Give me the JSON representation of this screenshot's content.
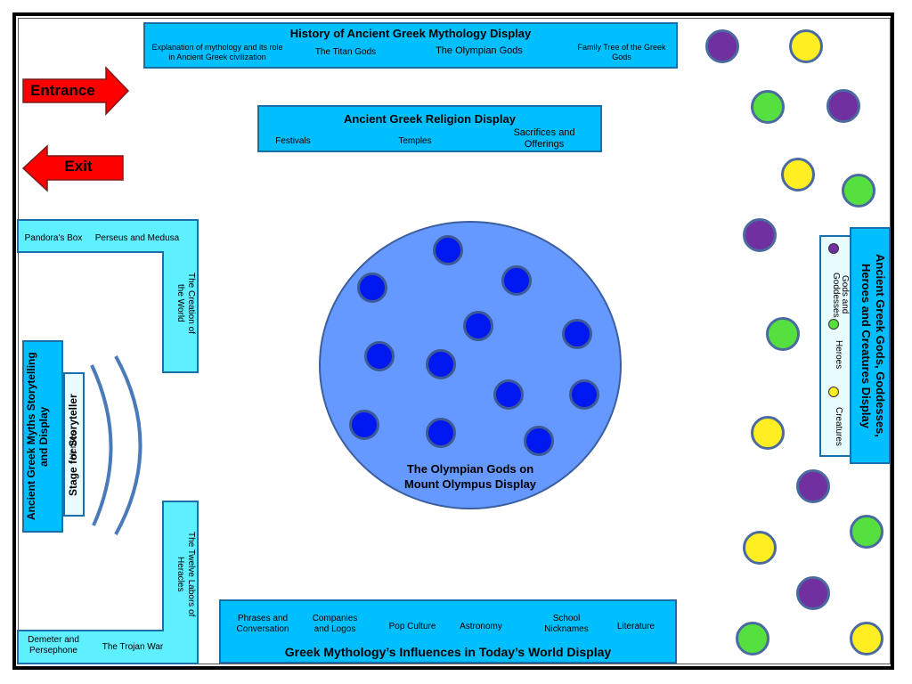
{
  "history": {
    "title": "History of Ancient Greek Mythology Display",
    "items": [
      "Explanation of mythology and its role in Ancient Greek civilization",
      "The Titan Gods",
      "The Olympian Gods",
      "Family Tree of the Greek Gods"
    ]
  },
  "religion": {
    "title": "Ancient Greek Religion Display",
    "items": [
      "Festivals",
      "Temples",
      "Sacrifices and Offerings"
    ]
  },
  "entrance": "Entrance",
  "exit": "Exit",
  "myths": {
    "title": "Ancient Greek Myths Storytelling and Display",
    "stage": "Stage for Storyteller",
    "stage_extra": "Heroes",
    "top_items": [
      "Pandora's Box",
      "Perseus and Medusa"
    ],
    "creation": "The Creation of the World",
    "labors": "The Twelve Labors of Heracles",
    "bottom_items": [
      "Demeter and Persephone",
      "The Trojan War"
    ]
  },
  "olympus": {
    "title": "The Olympian Gods on Mount Olympus Display"
  },
  "influences": {
    "title": "Greek Mythology’s Influences in Today’s World Display",
    "items": [
      "Phrases and Conversation",
      "Companies and Logos",
      "Pop Culture",
      "Astronomy",
      "School Nicknames",
      "Literature"
    ]
  },
  "gods_display": {
    "title": "Ancient Greek Gods, Goddesses, Heroes and Creatures Display",
    "legend": [
      "Gods and Goddesses",
      "Heroes",
      "Creatures"
    ]
  },
  "colors": {
    "panel": "#00bfff",
    "light_panel": "#5ef0ff",
    "arrow": "#ff0000",
    "mount": "#6699ff",
    "god_dot": "#0018f0",
    "purple": "#70309f",
    "green": "#55e040",
    "yellow": "#ffee22"
  }
}
